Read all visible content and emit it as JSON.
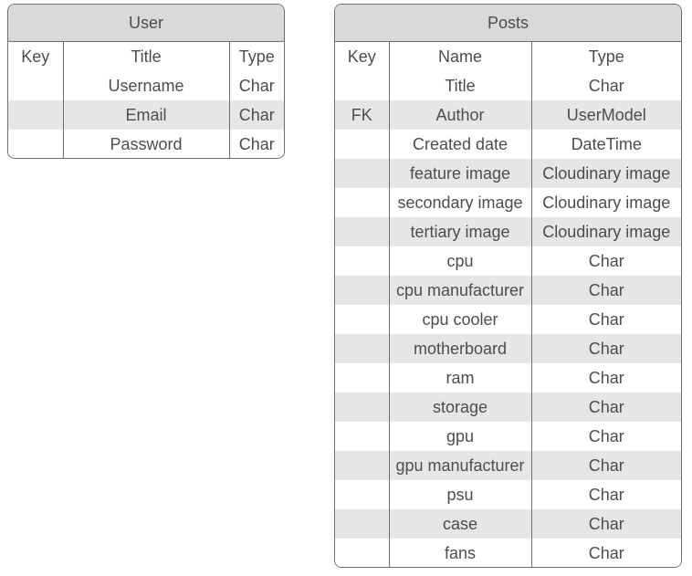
{
  "user_table": {
    "title": "User",
    "columns": [
      "Key",
      "Title",
      "Type"
    ],
    "rows": [
      [
        "",
        "Username",
        "Char"
      ],
      [
        "",
        "Email",
        "Char"
      ],
      [
        "",
        "Password",
        "Char"
      ]
    ]
  },
  "posts_table": {
    "title": "Posts",
    "columns": [
      "Key",
      "Name",
      "Type"
    ],
    "rows": [
      [
        "",
        "Title",
        "Char"
      ],
      [
        "FK",
        "Author",
        "UserModel"
      ],
      [
        "",
        "Created date",
        "DateTime"
      ],
      [
        "",
        "feature image",
        "Cloudinary image"
      ],
      [
        "",
        "secondary image",
        "Cloudinary image"
      ],
      [
        "",
        "tertiary image",
        "Cloudinary image"
      ],
      [
        "",
        "cpu",
        "Char"
      ],
      [
        "",
        "cpu manufacturer",
        "Char"
      ],
      [
        "",
        "cpu cooler",
        "Char"
      ],
      [
        "",
        "motherboard",
        "Char"
      ],
      [
        "",
        "ram",
        "Char"
      ],
      [
        "",
        "storage",
        "Char"
      ],
      [
        "",
        "gpu",
        "Char"
      ],
      [
        "",
        "gpu manufacturer",
        "Char"
      ],
      [
        "",
        "psu",
        "Char"
      ],
      [
        "",
        "case",
        "Char"
      ],
      [
        "",
        "fans",
        "Char"
      ]
    ]
  },
  "colors": {
    "header_background": "#d9d9d9",
    "stripe_background": "#e6e6e6",
    "border": "#6e6e6e",
    "text": "#4d4d4d"
  }
}
